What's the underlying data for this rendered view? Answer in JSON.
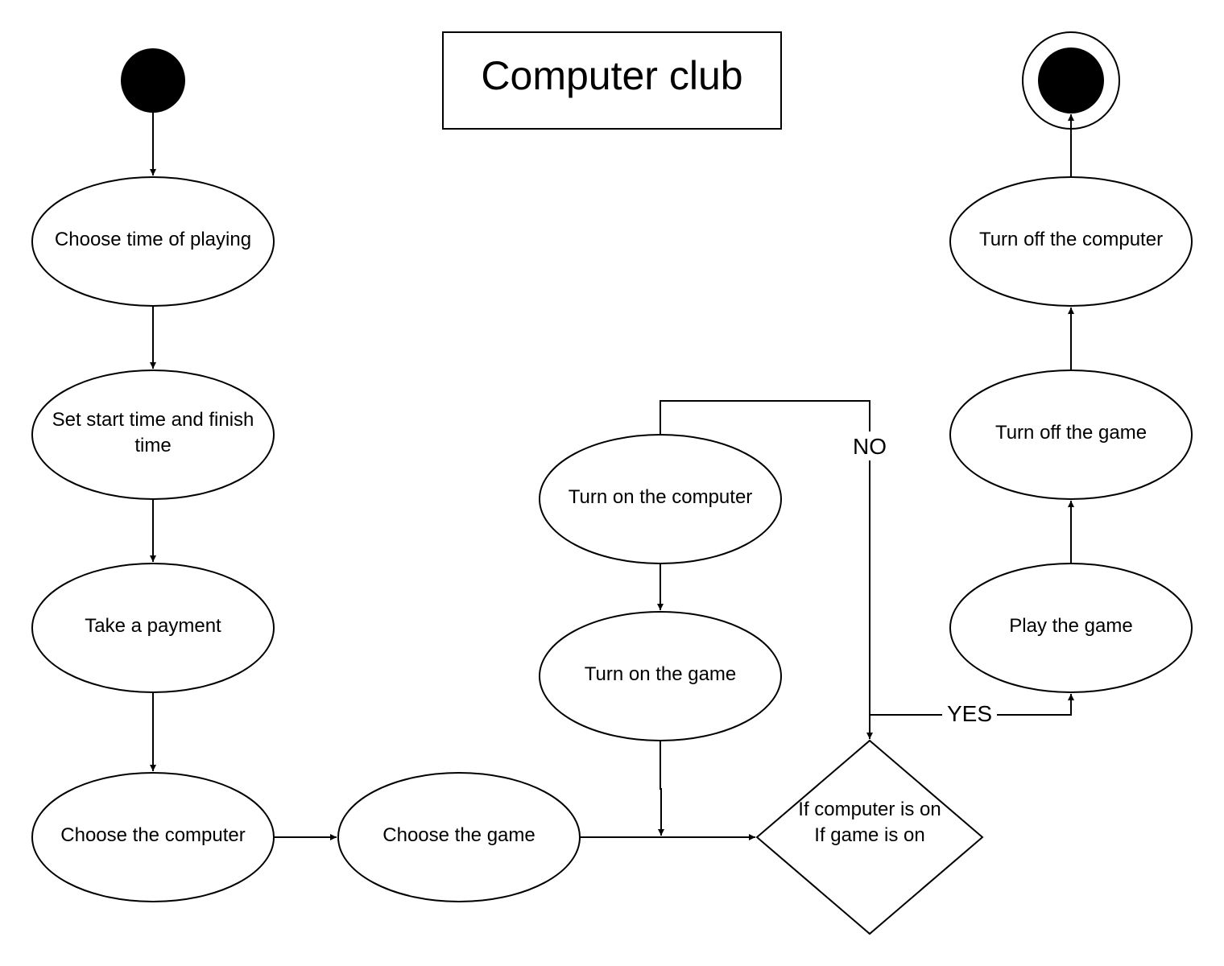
{
  "title": "Computer club",
  "nodes": {
    "choose_time": "Choose time of playing",
    "set_time_line1": "Set start time and finish",
    "set_time_line2": "time",
    "take_payment": "Take a payment",
    "choose_computer": "Choose the computer",
    "choose_game": "Choose the game",
    "turn_on_computer": "Turn on the computer",
    "turn_on_game": "Turn on the game",
    "decision_line1": "If computer is on",
    "decision_line2": "If game is on",
    "play_game": "Play the game",
    "turn_off_game": "Turn off the game",
    "turn_off_computer": "Turn off the computer"
  },
  "edge_labels": {
    "no": "NO",
    "yes": "YES"
  }
}
